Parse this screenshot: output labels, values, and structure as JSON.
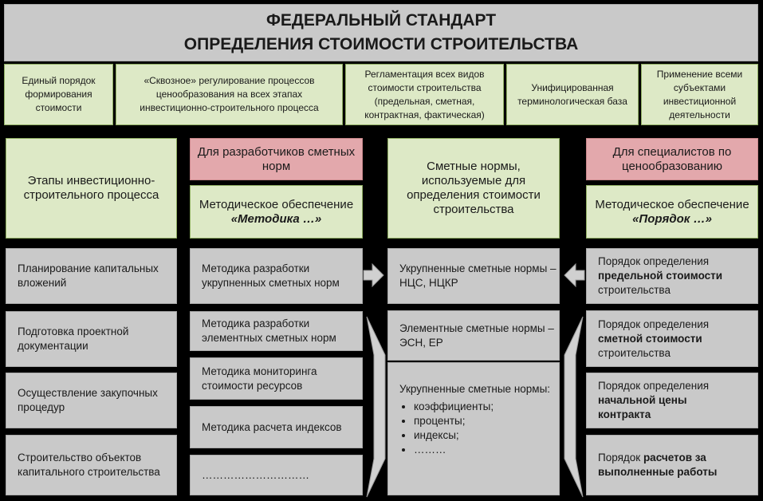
{
  "title": {
    "line1": "ФЕДЕРАЛЬНЫЙ СТАНДАРТ",
    "line2": "ОПРЕДЕЛЕНИЯ СТОИМОСТИ СТРОИТЕЛЬСТВА"
  },
  "principles": [
    "Единый порядок формирования стоимости",
    "«Сквозное» регулирование процессов ценообразования на всех этапах инвестиционно-строительного процесса",
    "Регламентация всех видов стоимости строительства (предельная, сметная, контрактная, фактическая)",
    "Унифицированная терминологическая база",
    "Применение всеми субъектами инвестиционной деятельности"
  ],
  "stages": {
    "header": "Этапы инвестиционно-строительного процесса",
    "items": [
      "Планирование капитальных вложений",
      "Подготовка проектной документации",
      "Осуществление закупочных процедур",
      "Строительство объектов капитального строительства"
    ]
  },
  "developers": {
    "audience": "Для разработчиков сметных норм",
    "support": "Методическое обеспечение",
    "support_doc": "«Методика …»",
    "items": [
      "Методика разработки укрупненных сметных норм",
      "Методика разработки элементных сметных норм",
      "Методика мониторинга стоимости ресурсов",
      "Методика расчета индексов",
      "…………………………"
    ]
  },
  "norms": {
    "header": "Сметные нормы, используемые для определения стоимости строительства",
    "enlarged": "Укрупненные сметные нормы – НЦС, НЦКР",
    "elemental": "Элементные сметные нормы – ЭСН, ЕР",
    "enlarged2": "Укрупненные сметные нормы:",
    "bullets": [
      "коэффициенты;",
      "проценты;",
      "индексы;",
      "………"
    ]
  },
  "specialists": {
    "audience": "Для специалистов по ценообразованию",
    "support": "Методическое обеспечение",
    "support_doc": "«Порядок …»",
    "items": [
      {
        "prefix": "Порядок определения",
        "bold": "предельной стоимости",
        "suffix": "строительства"
      },
      {
        "prefix": "Порядок определения",
        "bold": "сметной стоимости",
        "suffix": "строительства"
      },
      {
        "prefix": "Порядок определения",
        "bold": "начальной цены контракта",
        "suffix": ""
      },
      {
        "prefix": "Порядок",
        "bold": "расчетов за выполненные работы",
        "suffix": ""
      }
    ]
  },
  "colors": {
    "grey": "#c9c9c9",
    "green": "#dde9c6",
    "pink": "#e3a8ac",
    "arrow": "#d0d0d0"
  }
}
